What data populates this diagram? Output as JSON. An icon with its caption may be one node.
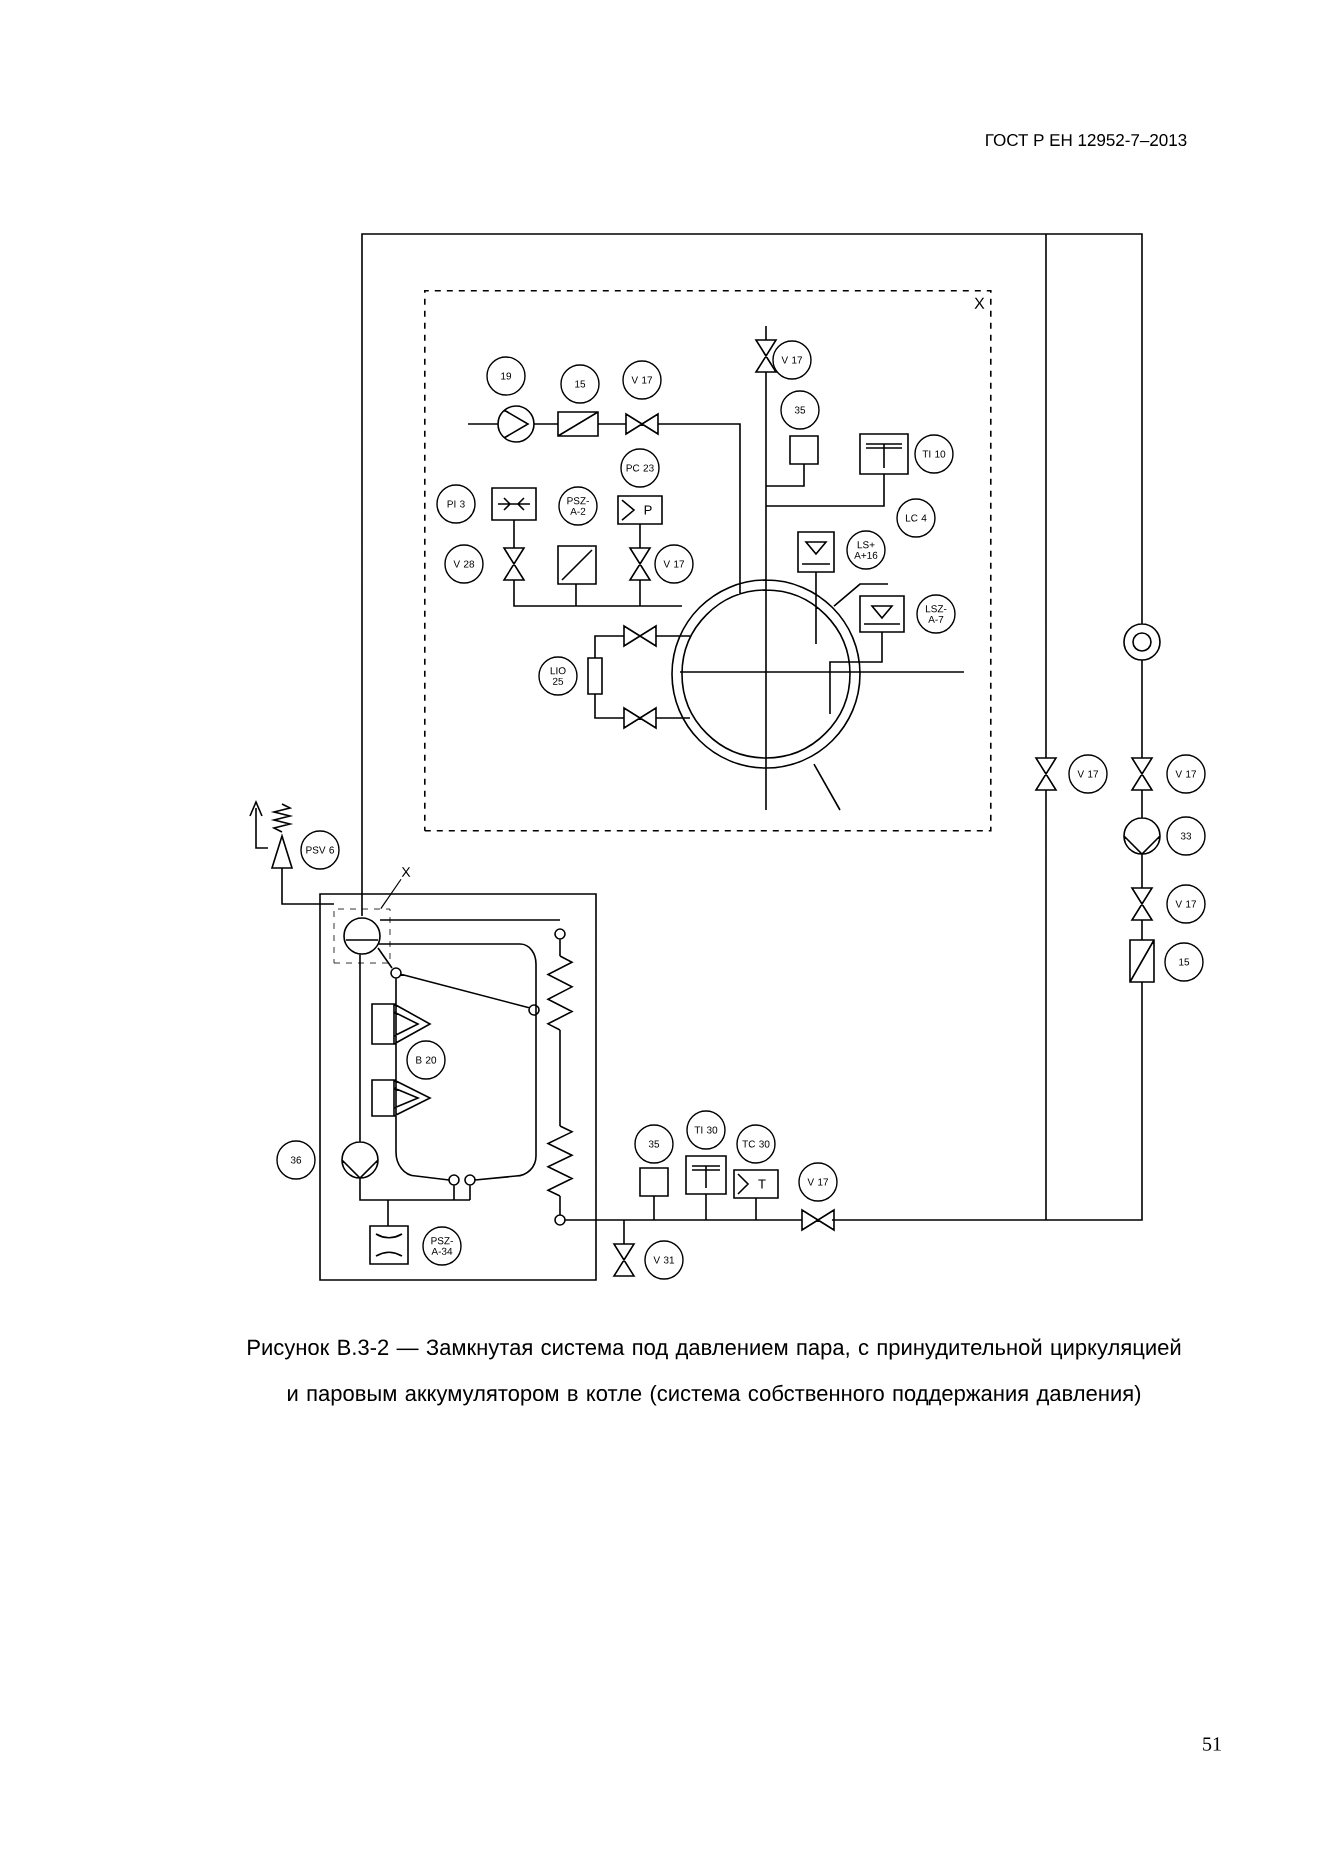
{
  "diagram": {
    "caption": "Рисунок В.3-2 — Замкнутая система под давлением пара, с принудительной циркуляцией и паровым аккумулятором в котле (система собственного поддержания давления)",
    "nodes": [
      {
        "text": [
          "X"
        ]
      },
      {
        "text": [
          "19"
        ],
        "in": 0
      },
      {
        "text": [
          "15"
        ],
        "in": 0
      },
      {
        "text": [
          "V 17"
        ],
        "in": 0
      },
      {
        "text": [
          "V 17"
        ],
        "in": 0
      },
      {
        "text": [
          "35"
        ],
        "in": 0
      },
      {
        "text": [
          "TI 10"
        ],
        "in": 0
      },
      {
        "text": [
          "PI 3"
        ],
        "in": 0
      },
      {
        "text": [
          "PSZ- A-2"
        ],
        "in": 0
      },
      {
        "text": [
          "PC 23"
        ],
        "in": 0
      },
      {
        "text": [
          "LC 4"
        ],
        "in": 0
      },
      {
        "text": [
          "LS+ A+16"
        ],
        "in": 0
      },
      {
        "text": [
          "V 28"
        ],
        "in": 0
      },
      {
        "text": [
          "V 17"
        ],
        "in": 0
      },
      {
        "text": [
          "LSZ- A-7"
        ],
        "in": 0
      },
      {
        "text": [
          "LIO 25"
        ],
        "in": 0
      },
      {
        "text": [
          "PSV 6"
        ]
      },
      {
        "text": [
          "X"
        ]
      },
      {
        "text": [],
        "shape": "box"
      },
      {
        "text": [
          "B 20"
        ]
      },
      {
        "text": [
          "36"
        ]
      },
      {
        "text": [
          "PSZ- A-34"
        ]
      },
      {
        "text": [
          "35"
        ]
      },
      {
        "text": [
          "TI 30"
        ]
      },
      {
        "text": [
          "TC 30"
        ]
      },
      {
        "text": [
          "V 17"
        ]
      },
      {
        "text": [
          "V 31"
        ]
      },
      {
        "text": [
          "V 17"
        ]
      },
      {
        "text": [
          "V 17"
        ]
      },
      {
        "text": [
          "33"
        ]
      },
      {
        "text": [
          "V 17"
        ]
      },
      {
        "text": [
          "15"
        ]
      }
    ],
    "edges": [
      {
        "from": 17,
        "to": 18,
        "arrow": "none"
      }
    ],
    "labels": [
      "ГОСТ Р ЕН 12952-7–2013",
      "P",
      "T",
      "51"
    ]
  }
}
